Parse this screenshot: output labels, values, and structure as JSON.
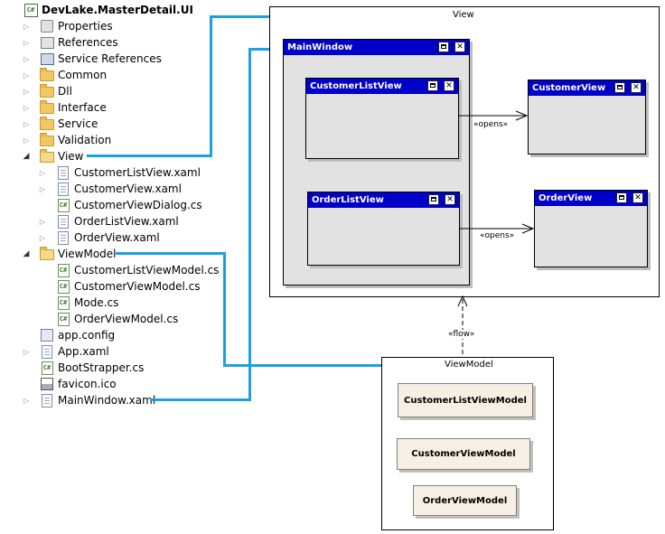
{
  "solution_tree": {
    "project": "DevLake.MasterDetail.UI",
    "items": [
      {
        "label": "Properties"
      },
      {
        "label": "References"
      },
      {
        "label": "Service References"
      },
      {
        "label": "Common"
      },
      {
        "label": "Dll"
      },
      {
        "label": "Interface"
      },
      {
        "label": "Service"
      },
      {
        "label": "Validation"
      },
      {
        "label": "View"
      },
      {
        "label": "CustomerListView.xaml"
      },
      {
        "label": "CustomerView.xaml"
      },
      {
        "label": "CustomerViewDialog.cs"
      },
      {
        "label": "OrderListView.xaml"
      },
      {
        "label": "OrderView.xaml"
      },
      {
        "label": "ViewModel"
      },
      {
        "label": "CustomerListViewModel.cs"
      },
      {
        "label": "CustomerViewModel.cs"
      },
      {
        "label": "Mode.cs"
      },
      {
        "label": "OrderViewModel.cs"
      },
      {
        "label": "app.config"
      },
      {
        "label": "App.xaml"
      },
      {
        "label": "BootStrapper.cs"
      },
      {
        "label": "favicon.ico"
      },
      {
        "label": "MainWindow.xaml"
      }
    ]
  },
  "diagram": {
    "view_package": "View",
    "viewmodel_package": "ViewModel",
    "main_window": "MainWindow",
    "customer_list_view": "CustomerListView",
    "order_list_view": "OrderListView",
    "customer_view": "CustomerView",
    "order_view": "OrderView",
    "opens_label_1": "«opens»",
    "opens_label_2": "«opens»",
    "flow_label": "«flow»",
    "classes": {
      "customer_list_viewmodel": "CustomerListViewModel",
      "customer_viewmodel": "CustomerViewModel",
      "order_viewmodel": "OrderViewModel"
    }
  },
  "colors": {
    "window_title_bg": "#0000c8",
    "connector": "#1ba1e2",
    "class_fill": "#f6efe3",
    "window_body": "#e2e2e2"
  }
}
